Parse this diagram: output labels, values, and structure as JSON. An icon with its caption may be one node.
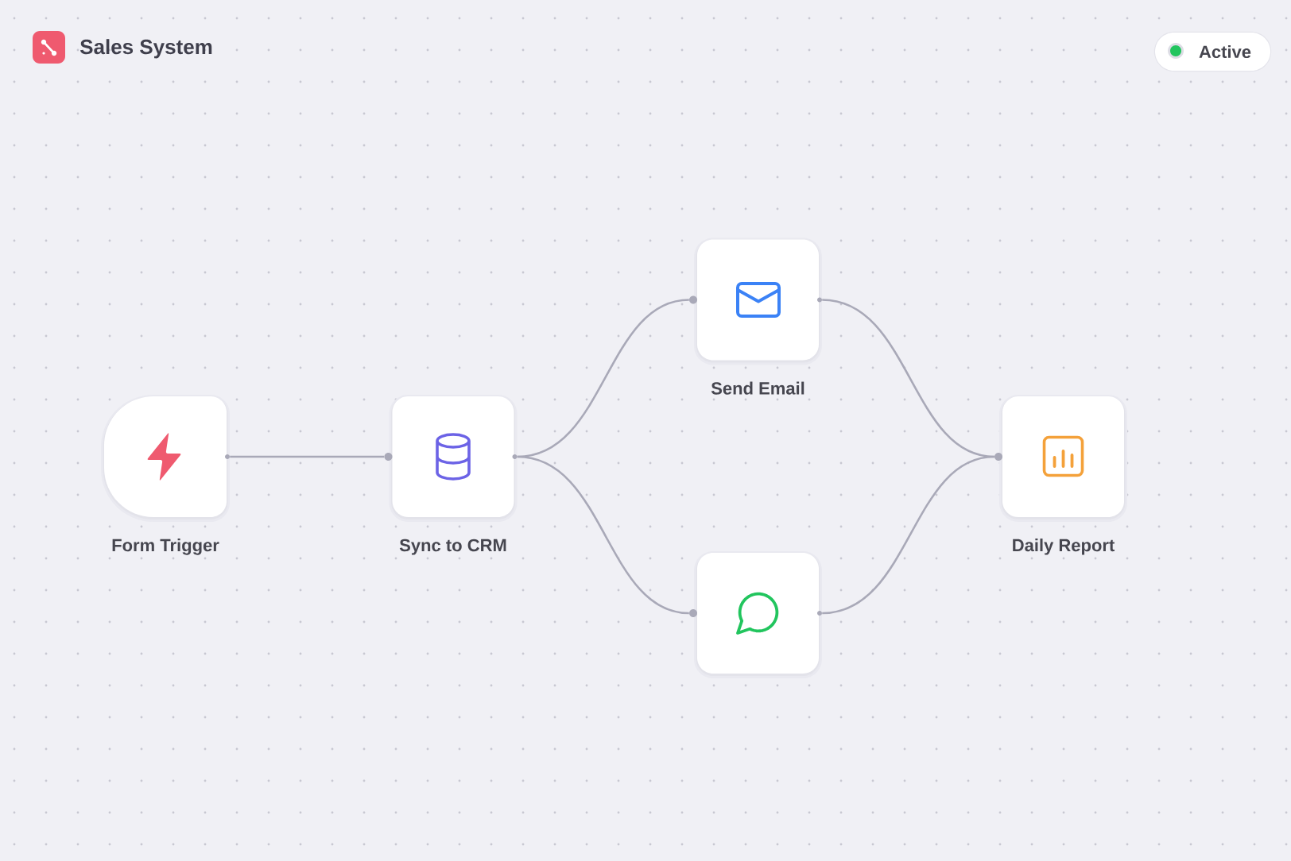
{
  "diagram": {
    "title": "Sales System",
    "nodes": [
      {
        "text": [
          "Form Trigger"
        ]
      },
      {
        "text": [
          "Sync to CRM"
        ]
      },
      {
        "text": [
          "Send Email"
        ]
      },
      {
        "text": [],
        "shape": "box"
      },
      {
        "text": [
          "Daily Report"
        ]
      },
      {
        "text": [
          "Active"
        ]
      }
    ],
    "edges": [
      {
        "from": 0,
        "to": 1,
        "arrow": "none"
      },
      {
        "from": 1,
        "to": 2,
        "arrow": "none"
      },
      {
        "from": 1,
        "to": 3,
        "arrow": "none"
      },
      {
        "from": 2,
        "to": 4,
        "arrow": "none"
      },
      {
        "from": 3,
        "to": 4,
        "arrow": "none"
      }
    ]
  }
}
